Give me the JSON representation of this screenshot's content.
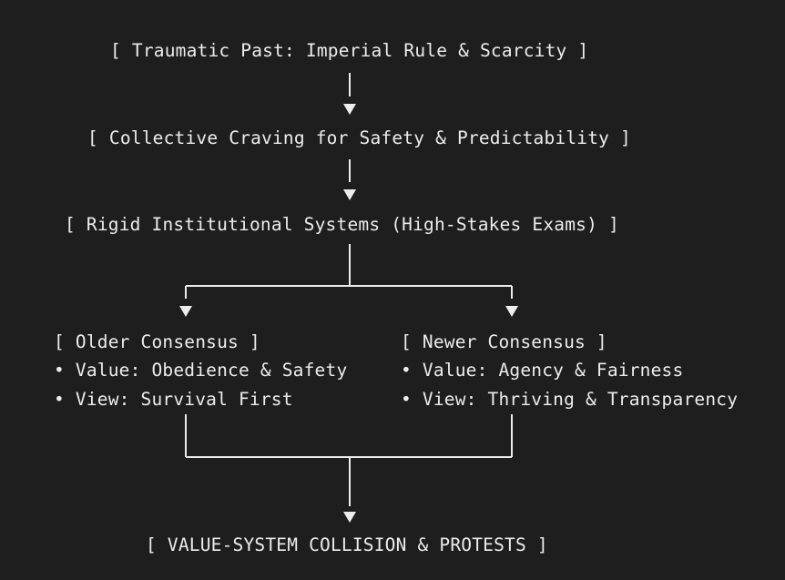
{
  "diagram": {
    "nodes": {
      "traumatic_past": "[ Traumatic Past: Imperial Rule & Scarcity ]",
      "collective_craving": "[ Collective Craving for Safety & Predictability ]",
      "rigid_systems": "[ Rigid Institutional Systems (High-Stakes Exams) ]",
      "collision": "[ VALUE-SYSTEM COLLISION & PROTESTS ]"
    },
    "older_consensus": {
      "title": "[ Older Consensus ]",
      "value": "• Value: Obedience & Safety",
      "view": "• View: Survival First"
    },
    "newer_consensus": {
      "title": "[ Newer Consensus ]",
      "value": "• Value: Agency & Fairness",
      "view": "• View: Thriving & Transparency"
    }
  },
  "colors": {
    "background": "#1e1e1e",
    "text": "#ececec",
    "connector": "#ececec"
  }
}
